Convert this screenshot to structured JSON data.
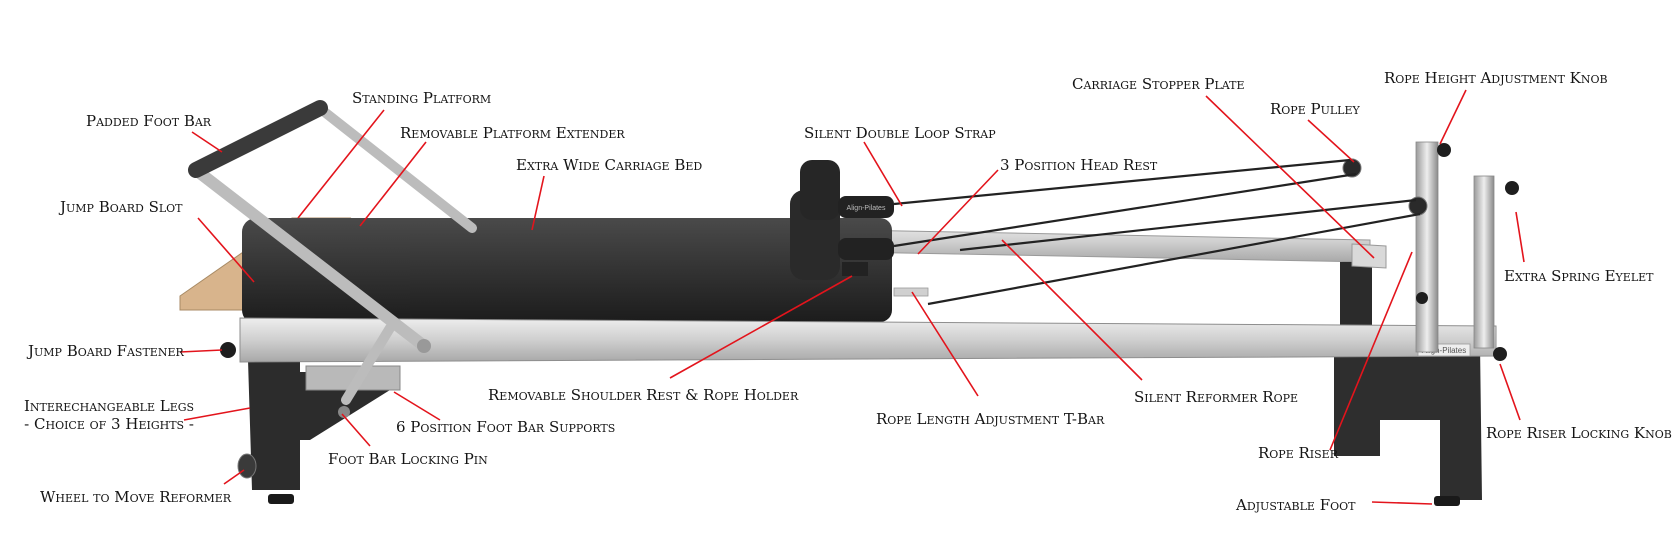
{
  "diagram": {
    "labels": {
      "padded_foot_bar": "Padded Foot Bar",
      "standing_platform": "Standing Platform",
      "removable_platform_extender": "Removable Platform Extender",
      "jump_board_slot": "Jump Board Slot",
      "extra_wide_carriage_bed": "Extra Wide Carriage Bed",
      "silent_double_loop_strap": "Silent Double Loop Strap",
      "three_position_head_rest": "3 Position Head Rest",
      "carriage_stopper_plate": "Carriage Stopper Plate",
      "rope_pulley": "Rope Pulley",
      "rope_height_adjustment_knob": "Rope Height Adjustment Knob",
      "extra_spring_eyelet": "Extra Spring Eyelet",
      "jump_board_fastener": "Jump Board Fastener",
      "interchangeable_legs_line1": "Interechangeable Legs",
      "interchangeable_legs_line2": "- Choice of 3 Heights -",
      "removable_shoulder_rest": "Removable Shoulder Rest & Rope Holder",
      "six_position_foot_bar_supports": "6 Position Foot Bar Supports",
      "foot_bar_locking_pin": "Foot Bar Locking Pin",
      "rope_length_adjustment_tbar": "Rope Length Adjustment T-Bar",
      "silent_reformer_rope": "Silent Reformer Rope",
      "rope_riser": "Rope Riser",
      "rope_riser_locking_knob": "Rope Riser Locking Knob",
      "wheel_to_move_reformer": "Wheel to Move Reformer",
      "adjustable_foot": "Adjustable Foot"
    },
    "brand_marks": [
      "Align-Pilates"
    ],
    "colors": {
      "leader_line": "#e3141c",
      "frame": "#c9c9c9",
      "upholstery": "#2a2a2a",
      "jump_board": "#d8b48c",
      "text": "#141414"
    }
  }
}
